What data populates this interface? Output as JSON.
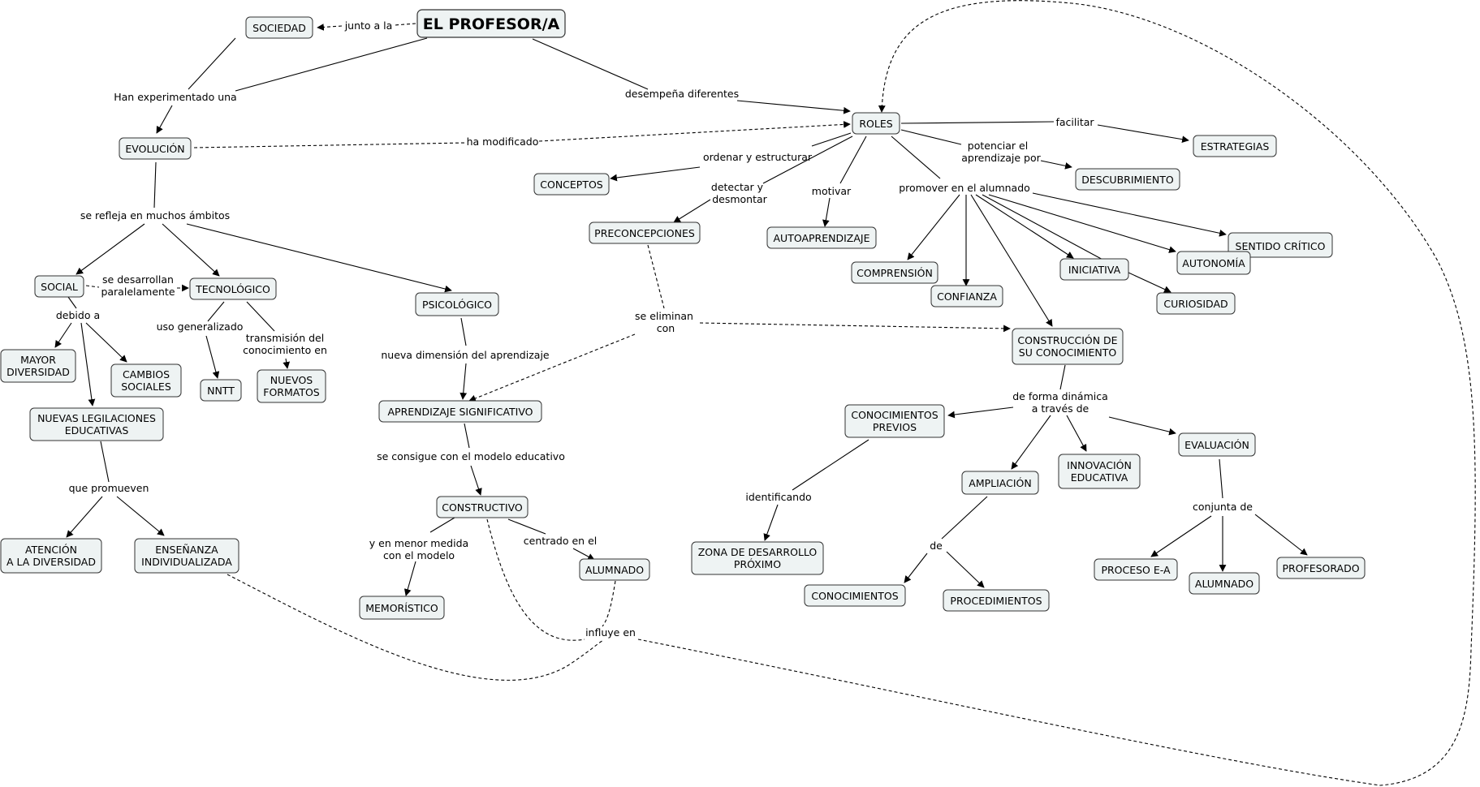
{
  "title": "EL PROFESOR/A",
  "nodes": {
    "profesor": "EL PROFESOR/A",
    "sociedad": "SOCIEDAD",
    "evolucion": "EVOLUCIÓN",
    "roles": "ROLES",
    "estrategias": "ESTRATEGIAS",
    "descubrimiento": "DESCUBRIMIENTO",
    "conceptos": "CONCEPTOS",
    "preconcepciones": "PRECONCEPCIONES",
    "autoaprendizaje": "AUTOAPRENDIZAJE",
    "sentido_critico": "SENTIDO CRÍTICO",
    "autonomia": "AUTONOMÍA",
    "comprension": "COMPRENSIÓN",
    "confianza": "CONFIANZA",
    "iniciativa": "INICIATIVA",
    "curiosidad": "CURIOSIDAD",
    "construccion": [
      "CONSTRUCCIÓN DE",
      "SU CONOCIMIENTO"
    ],
    "social": "SOCIAL",
    "tecnologico": "TECNOLÓGICO",
    "psicologico": "PSICOLÓGICO",
    "mayor_diversidad": [
      "MAYOR",
      "DIVERSIDAD"
    ],
    "cambios_sociales": [
      "CAMBIOS",
      "SOCIALES"
    ],
    "nntt": "NNTT",
    "nuevos_formatos": [
      "NUEVOS",
      "FORMATOS"
    ],
    "nuevas_legislaciones": [
      "NUEVAS LEGILACIONES",
      "EDUCATIVAS"
    ],
    "atencion": [
      "ATENCIÓN",
      "A LA DIVERSIDAD"
    ],
    "ensenanza": [
      "ENSEÑANZA",
      "INDIVIDUALIZADA"
    ],
    "aprendizaje_significativo": "APRENDIZAJE SIGNIFICATIVO",
    "constructivo": "CONSTRUCTIVO",
    "alumnado1": "ALUMNADO",
    "memoristico": "MEMORÍSTICO",
    "conocimientos_previos": [
      "CONOCIMIENTOS",
      "PREVIOS"
    ],
    "zona": [
      "ZONA DE DESARROLLO",
      "PRÓXIMO"
    ],
    "ampliacion": "AMPLIACIÓN",
    "innovacion": [
      "INNOVACIÓN",
      "EDUCATIVA"
    ],
    "evaluacion": "EVALUACIÓN",
    "conocimientos": "CONOCIMIENTOS",
    "procedimientos": "PROCEDIMIENTOS",
    "proceso": "PROCESO E-A",
    "alumnado2": "ALUMNADO",
    "profesorado": "PROFESORADO"
  },
  "links": {
    "junto_a_la": "junto a la",
    "han_experimentado": "Han experimentado una",
    "desempena": "desempeña diferentes",
    "ha_modificado": "ha modificado",
    "facilitar": "facilitar",
    "potenciar": [
      "potenciar el",
      "aprendizaje por"
    ],
    "ordenar": "ordenar y estructurar",
    "detectar": [
      "detectar y",
      "desmontar"
    ],
    "motivar": "motivar",
    "promover": "promover en el alumnado",
    "se_refleja": "se refleja en muchos ámbitos",
    "se_desarrollan": [
      "se desarrollan",
      "paralelamente"
    ],
    "debido_a": "debido a",
    "uso_generalizado": "uso generalizado",
    "transmision": [
      "transmisión del",
      "conocimiento en"
    ],
    "que_promueven": "que promueven",
    "nueva_dimension": "nueva dimensión del aprendizaje",
    "se_eliminan": [
      "se eliminan",
      "con"
    ],
    "se_consigue": "se consigue con el modelo educativo",
    "menor_medida": [
      "y en menor medida",
      "con el modelo"
    ],
    "centrado": "centrado en el",
    "influye": "influye en",
    "forma_dinamica": [
      "de forma dinámica",
      "a través de"
    ],
    "identificando": "identificando",
    "de": "de",
    "conjunta": "conjunta de"
  }
}
